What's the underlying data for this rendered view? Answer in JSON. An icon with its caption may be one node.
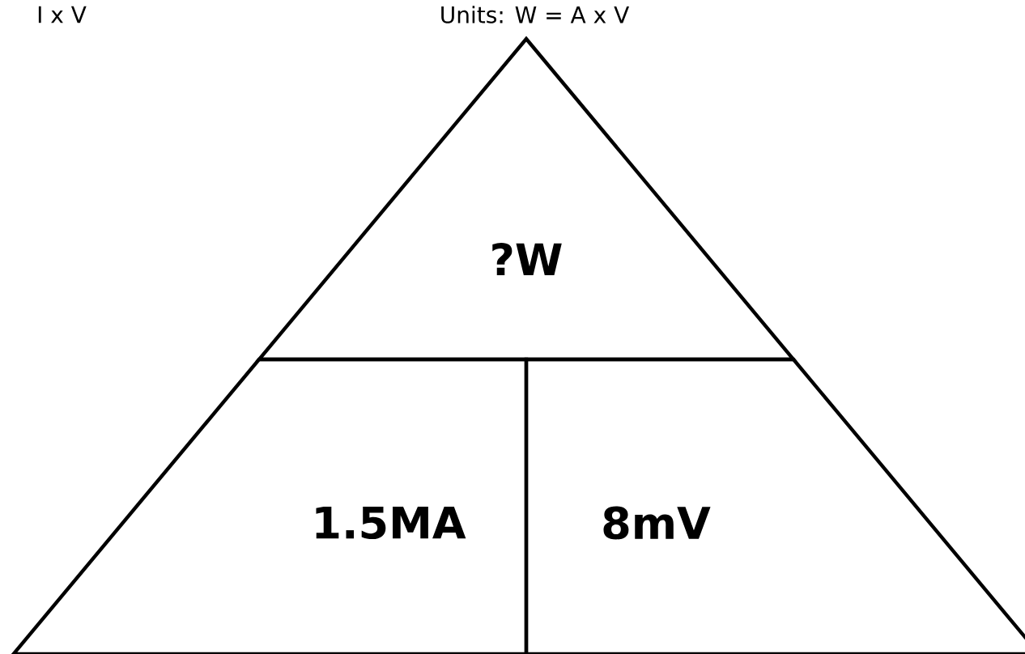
{
  "diagram": {
    "nodes": [
      {
        "text": [
          "?W"
        ]
      },
      {
        "text": [
          "1.5MA"
        ]
      },
      {
        "text": [
          "8mV"
        ]
      }
    ],
    "labels": [
      "I x V",
      "Units: W = A x V"
    ]
  }
}
